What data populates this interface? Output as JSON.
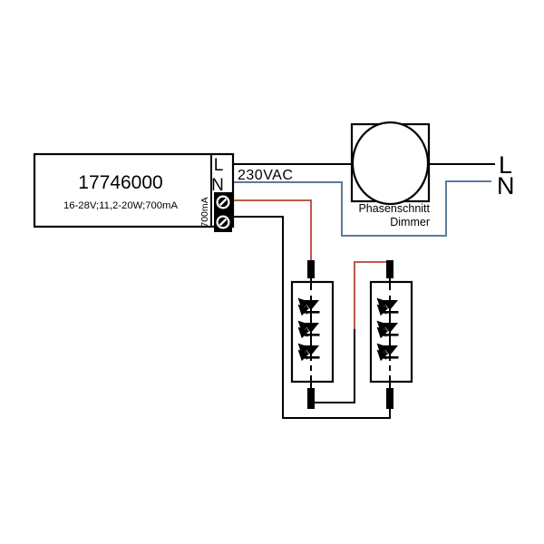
{
  "driver": {
    "model": "17746000",
    "rating": "16-28V;11,2-20W;700mA",
    "live_terminal": "L",
    "neutral_terminal": "N",
    "output_current": "700mA"
  },
  "mains": {
    "voltage": "230VAC",
    "live": "L",
    "neutral": "N"
  },
  "dimmer": {
    "name_line1": "Phasenschnitt",
    "name_line2": "Dimmer"
  },
  "led_modules": {
    "count": 2,
    "leds_per_module": 3
  },
  "colors": {
    "wire_live_output": "#bc5a48",
    "wire_neutral": "#5b7b9d",
    "wire_black": "#000000",
    "diagram_ink": "#000000",
    "background": "#ffffff"
  }
}
